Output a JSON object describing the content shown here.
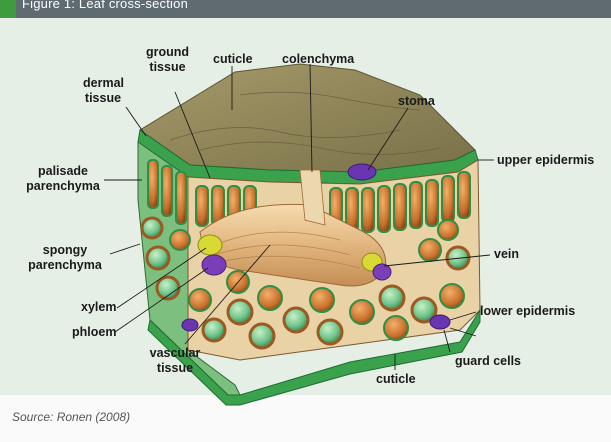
{
  "header": {
    "text": "Figure 1: Leaf cross-section",
    "accent_color": "#3f9c3c",
    "bar_color": "#5f6b70"
  },
  "panel_color": "#e6efe6",
  "labels": {
    "dermal_tissue": "dermal\ntissue",
    "ground_tissue": "ground\ntissue",
    "cuticle_top": "cuticle",
    "colenchyma": "colenchyma",
    "stoma": "stoma",
    "upper_epidermis": "upper epidermis",
    "palisade_parenchyma": "palisade\nparenchyma",
    "spongy_parenchyma": "spongy\nparenchyma",
    "vein": "vein",
    "xylem": "xylem",
    "phloem": "phloem",
    "lower_epidermis": "lower epidermis",
    "guard_cells": "guard cells",
    "vascular_tissue": "vascular\ntissue",
    "cuticle_bottom": "cuticle"
  },
  "source": "Source: Ronen (2008)"
}
